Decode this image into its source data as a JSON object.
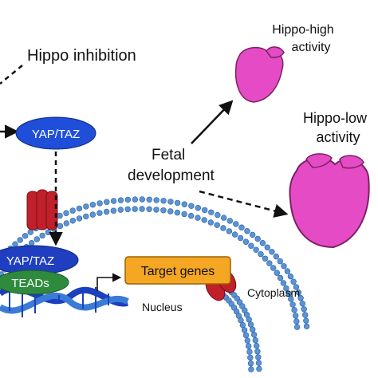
{
  "labels": {
    "hippo_inhibition": "Hippo inhibition",
    "yap_taz_cytoplasm": "YAP/TAZ",
    "yap_taz_nucleus": "YAP/TAZ",
    "teads": "TEADs",
    "target_genes": "Target genes",
    "fetal_line1": "Fetal",
    "fetal_line2": "development",
    "hippo_high_line1": "Hippo-high",
    "hippo_high_line2": "activity",
    "hippo_low_line1": "Hippo-low",
    "hippo_low_line2": "activity",
    "cytoplasm": "Cytoplasm",
    "nucleus": "Nucleus"
  },
  "colors": {
    "yap_taz": "#1f4fd8",
    "teads": "#2e8b3e",
    "target_genes": "#f5a623",
    "heart": "#e54bc4",
    "membrane_head": "#5a93d6",
    "channel": "#c0202a",
    "dna": "#1b3fbf"
  }
}
